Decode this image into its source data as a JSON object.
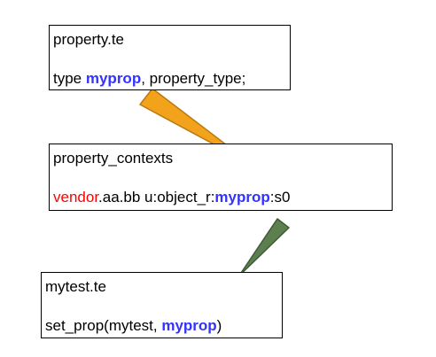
{
  "colors": {
    "highlight_blue": "#3333ff",
    "vendor_red": "#ff0000",
    "arrow_orange_fill": "#f2a31b",
    "arrow_orange_stroke": "#b97a10",
    "arrow_green_fill": "#5d7e4f",
    "arrow_green_stroke": "#3f5a35"
  },
  "boxes": {
    "property_te": {
      "title": "property.te",
      "line_prefix": "type ",
      "keyword": "myprop",
      "line_suffix": ", property_type;"
    },
    "property_contexts": {
      "title": "property_contexts",
      "vendor": "vendor",
      "middle": ".aa.bb u:object_r:",
      "keyword": "myprop",
      "suffix": ":s0"
    },
    "mytest_te": {
      "title": "mytest.te",
      "line_prefix": "set_prop(mytest, ",
      "keyword": "myprop",
      "line_suffix": ")"
    }
  },
  "arrows": [
    {
      "from": "property.te",
      "to": "property_contexts",
      "color": "orange"
    },
    {
      "from": "property_contexts",
      "to": "mytest.te",
      "color": "green"
    }
  ]
}
